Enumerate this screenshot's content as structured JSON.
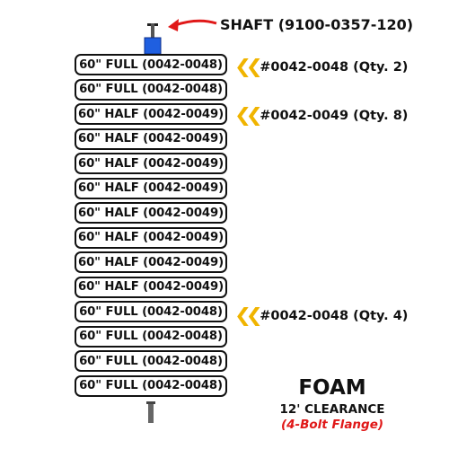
{
  "shaft": {
    "label": "SHAFT (9100-0357-120)",
    "color": "#1f5fe0",
    "arrow_color": "#e01818"
  },
  "sections": [
    "60\" FULL (0042-0048)",
    "60\" FULL (0042-0048)",
    "60\" HALF (0042-0049)",
    "60\" HALF (0042-0049)",
    "60\" HALF (0042-0049)",
    "60\" HALF (0042-0049)",
    "60\" HALF (0042-0049)",
    "60\" HALF (0042-0049)",
    "60\" HALF (0042-0049)",
    "60\" HALF (0042-0049)",
    "60\" FULL (0042-0048)",
    "60\" FULL (0042-0048)",
    "60\" FULL (0042-0048)",
    "60\" FULL (0042-0048)"
  ],
  "callouts": [
    {
      "icon": "double-chevron-left-icon",
      "text": "#0042-0048 (Qty. 2)"
    },
    {
      "icon": "double-chevron-left-icon",
      "text": "#0042-0049 (Qty. 8)"
    },
    {
      "icon": "double-chevron-left-icon",
      "text": "#0042-0048 (Qty. 4)"
    }
  ],
  "callout_color": "#f0b400",
  "title": "FOAM",
  "subtitle": "12' CLEARANCE",
  "note": "(4-Bolt Flange)",
  "note_color": "#e01818"
}
